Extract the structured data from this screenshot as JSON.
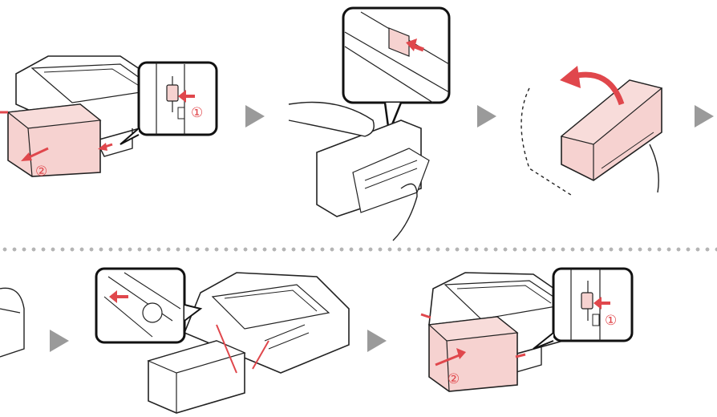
{
  "colors": {
    "accent_red": "#e0474c",
    "part_pink": "#f6d2d0",
    "arrow_gray": "#9a9a9a",
    "line": "#222222",
    "divider_dots": "#b4b4b4"
  },
  "steps": {
    "step1": {
      "label_release": "①",
      "label_pull": "②"
    },
    "step6": {
      "label_release": "①",
      "label_push": "②"
    }
  },
  "icons": [
    "step-arrow-icon",
    "red-arrow-icon",
    "curved-arrow-icon"
  ]
}
